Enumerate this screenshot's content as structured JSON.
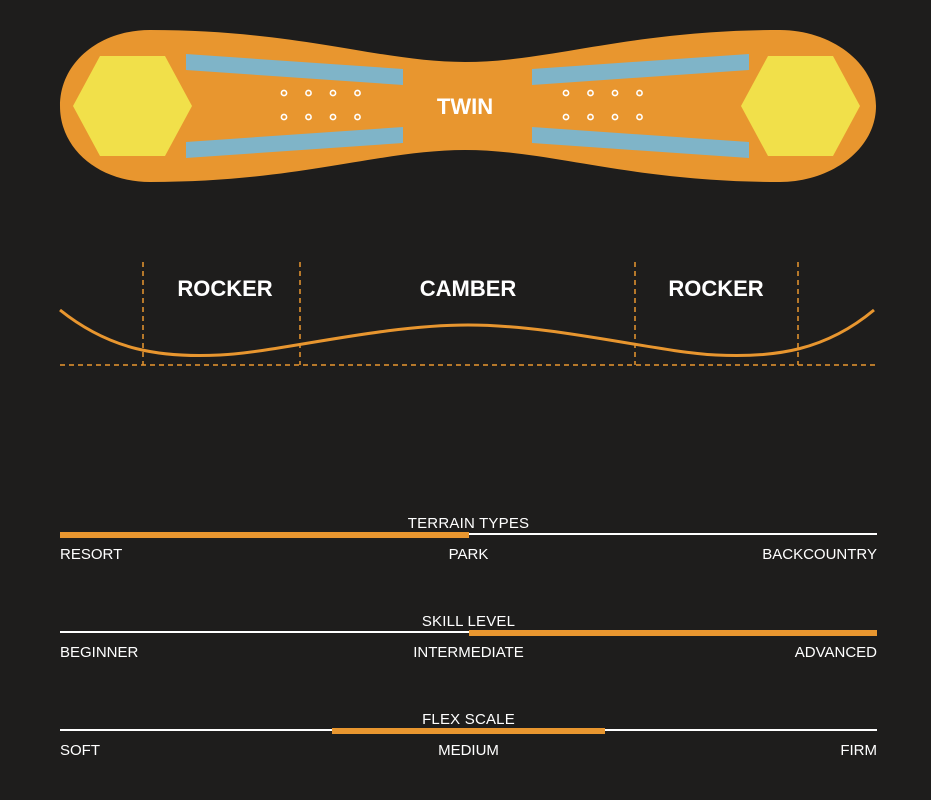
{
  "board": {
    "shape_label": "TWIN",
    "colors": {
      "base": "#e8962f",
      "tip": "#f1e04a",
      "stripe": "#7fb4c8",
      "insert": "#ffffff"
    },
    "insert_rows": 2,
    "insert_cols": 4
  },
  "profile": {
    "zones": [
      {
        "label": "ROCKER"
      },
      {
        "label": "CAMBER"
      },
      {
        "label": "ROCKER"
      }
    ],
    "colors": {
      "curve": "#e8962f",
      "dash": "#e8962f"
    }
  },
  "scales": [
    {
      "title": "TERRAIN TYPES",
      "labels": [
        "RESORT",
        "PARK",
        "BACKCOUNTRY"
      ],
      "range": [
        0.0,
        0.5
      ]
    },
    {
      "title": "SKILL LEVEL",
      "labels": [
        "BEGINNER",
        "INTERMEDIATE",
        "ADVANCED"
      ],
      "range": [
        0.5,
        1.0
      ]
    },
    {
      "title": "FLEX SCALE",
      "labels": [
        "SOFT",
        "MEDIUM",
        "FIRM"
      ],
      "range": [
        0.333,
        0.667
      ]
    }
  ]
}
